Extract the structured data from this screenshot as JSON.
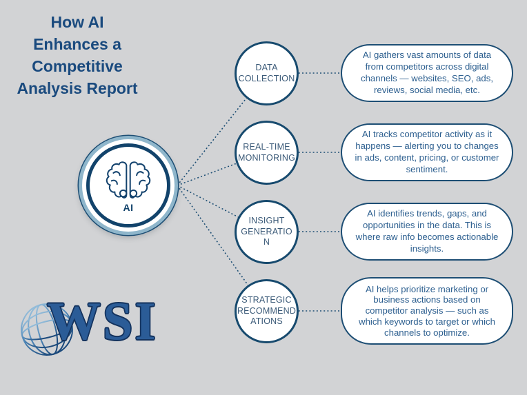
{
  "title": "How AI\nEnhances a\nCompetitive\nAnalysis Report",
  "center": {
    "label": "AI",
    "icon": "brain-icon"
  },
  "nodes": [
    {
      "label": "DATA\nCOLLECTION",
      "description": "AI gathers vast amounts of data from competitors across digital channels — websites, SEO, ads, reviews, social media, etc."
    },
    {
      "label": "REAL-TIME\nMONITORING",
      "description": "AI tracks competitor activity as it happens — alerting you to changes in ads, content, pricing, or customer sentiment."
    },
    {
      "label": "INSIGHT\nGENERATIO\nN",
      "description": "AI identifies trends, gaps, and opportunities in the data. This is where raw info becomes actionable insights."
    },
    {
      "label": "STRATEGIC\nRECOMMEND\nATIONS",
      "description": "AI helps prioritize marketing or business actions based on competitor analysis — such as which keywords to target or which channels to optimize."
    }
  ],
  "logo": {
    "text": "WSI",
    "icon": "globe-icon"
  },
  "colors": {
    "background": "#d2d3d5",
    "navy": "#174a6e",
    "light_blue_ring": "#8fb6cb",
    "title_text": "#1a4a7e",
    "node_text": "#3b5a78",
    "bubble_text": "#2e6090",
    "connector": "#1d4e74"
  }
}
